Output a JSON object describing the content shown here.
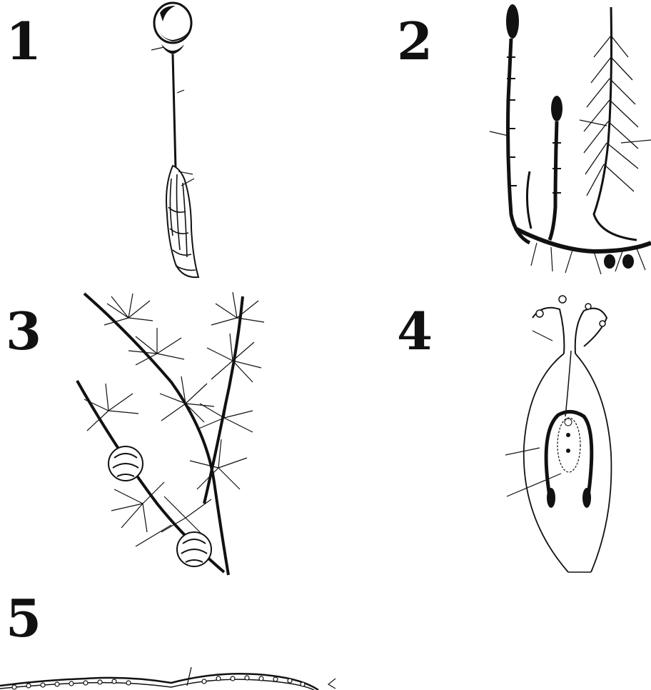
{
  "figures": [
    {
      "label": "1",
      "icon": "moss-sporophyte-icon"
    },
    {
      "label": "2",
      "icon": "horsetail-icon"
    },
    {
      "label": "3",
      "icon": "larch-branch-icon"
    },
    {
      "label": "4",
      "icon": "pistil-ovule-section-icon"
    },
    {
      "label": "5",
      "icon": "leaf-cross-section-icon"
    }
  ],
  "colors": {
    "ink": "#111111",
    "paper": "#ffffff"
  }
}
